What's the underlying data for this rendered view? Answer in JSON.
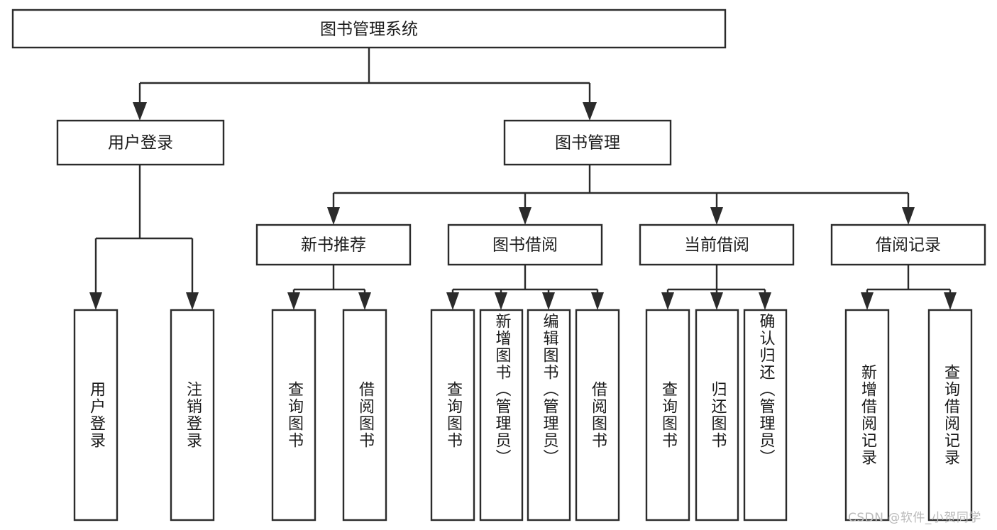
{
  "diagram": {
    "type": "tree-hierarchy-chart",
    "title": "图书管理系统",
    "root": {
      "id": "root",
      "label": "图书管理系统"
    },
    "level2": [
      {
        "id": "user-login",
        "label": "用户登录"
      },
      {
        "id": "book-manage",
        "label": "图书管理"
      }
    ],
    "level3": [
      {
        "id": "new-book-recommend",
        "label": "新书推荐",
        "parent": "book-manage"
      },
      {
        "id": "book-borrow",
        "label": "图书借阅",
        "parent": "book-manage"
      },
      {
        "id": "current-borrow",
        "label": "当前借阅",
        "parent": "book-manage"
      },
      {
        "id": "borrow-record",
        "label": "借阅记录",
        "parent": "book-manage"
      }
    ],
    "leaves": [
      {
        "id": "leaf-user-login",
        "label": "用户登录",
        "parent": "user-login"
      },
      {
        "id": "leaf-logout",
        "label": "注销登录",
        "parent": "user-login"
      },
      {
        "id": "leaf-query-book-1",
        "label": "查询图书",
        "parent": "new-book-recommend"
      },
      {
        "id": "leaf-borrow-book-1",
        "label": "借阅图书",
        "parent": "new-book-recommend"
      },
      {
        "id": "leaf-query-book-2",
        "label": "查询图书",
        "parent": "book-borrow"
      },
      {
        "id": "leaf-add-book",
        "label": "新增图书（管理员）",
        "parent": "book-borrow"
      },
      {
        "id": "leaf-edit-book",
        "label": "编辑图书（管理员）",
        "parent": "book-borrow"
      },
      {
        "id": "leaf-borrow-book-2",
        "label": "借阅图书",
        "parent": "book-borrow"
      },
      {
        "id": "leaf-query-book-3",
        "label": "查询图书",
        "parent": "current-borrow"
      },
      {
        "id": "leaf-return-book",
        "label": "归还图书",
        "parent": "current-borrow"
      },
      {
        "id": "leaf-confirm-return",
        "label": "确认归还（管理员）",
        "parent": "current-borrow"
      },
      {
        "id": "leaf-add-record",
        "label": "新增借阅记录",
        "parent": "borrow-record"
      },
      {
        "id": "leaf-query-record",
        "label": "查询借阅记录",
        "parent": "borrow-record"
      }
    ],
    "watermark": "CSDN @软件_小贺同学",
    "colors": {
      "box_stroke": "#2b2b2b",
      "box_fill": "#ffffff",
      "text": "#1a1a1a",
      "background": "#ffffff",
      "watermark": "#b9b9b9"
    }
  }
}
